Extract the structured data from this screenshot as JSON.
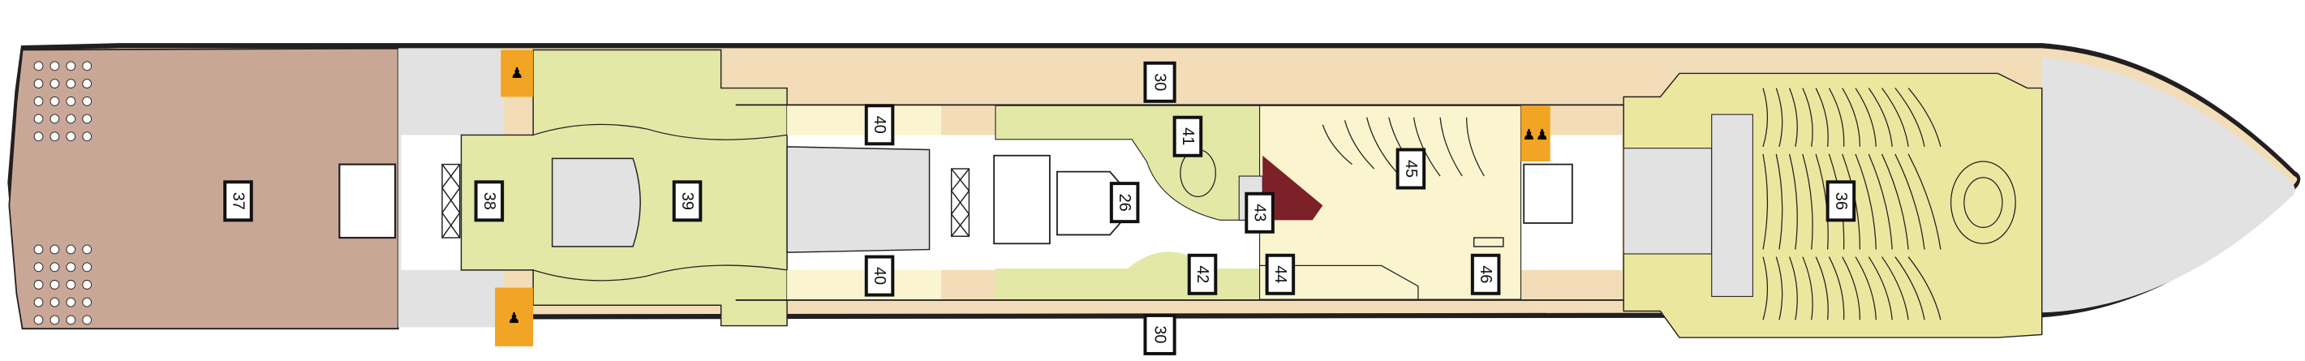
{
  "deck_plan": {
    "colors": {
      "stern_restaurant": "#c9a797",
      "green_lounge": "#e3e8a6",
      "promenade": "#f3ddb8",
      "pale_area": "#fbf5cf",
      "theatre": "#ece79f",
      "service_grey": "#e2e2e2",
      "restroom": "#f2a424",
      "highlight_area": "#7d2129",
      "hull_outline": "#231f20"
    },
    "icons": {
      "restroom": "restroom-icon",
      "stairs": "stairs-icon",
      "elevator": "elevator-icon"
    },
    "labels": {
      "promenade_top": "30",
      "promenade_bottom": "30",
      "stern_restaurant": "37",
      "area_38": "38",
      "area_39": "39",
      "area_40_top": "40",
      "area_40_bottom": "40",
      "stairwell_26": "26",
      "area_41": "41",
      "area_42": "42",
      "area_43": "43",
      "area_44": "44",
      "area_45": "45",
      "area_46": "46",
      "theatre_36": "36"
    }
  }
}
